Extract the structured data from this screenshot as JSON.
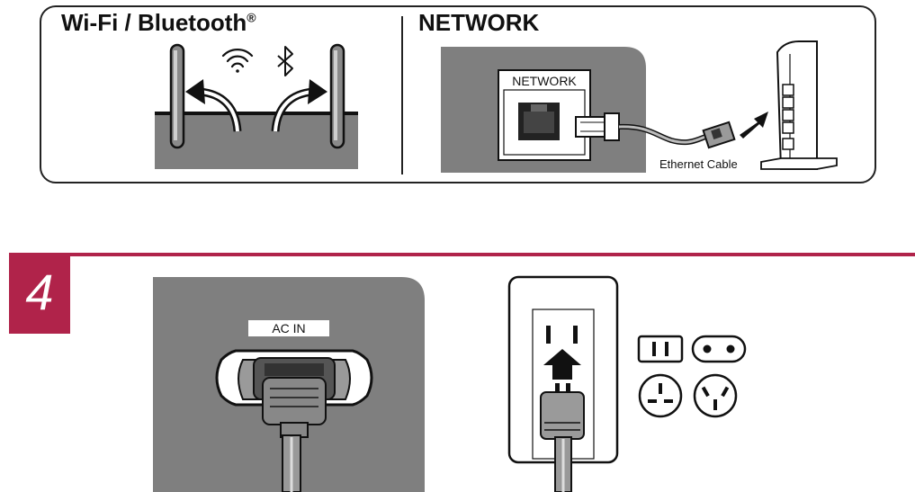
{
  "wireless": {
    "heading": "Wi-Fi / Bluetooth",
    "registered_mark": "®",
    "wifi_icon": "wifi-icon",
    "bluetooth_icon": "bluetooth-icon"
  },
  "network": {
    "heading": "NETWORK",
    "port_label": "NETWORK",
    "cable_label": "Ethernet Cable"
  },
  "step": {
    "number": "4",
    "accent_color": "#b0234a",
    "ac_in_label": "AC IN"
  },
  "colors": {
    "panel_gray": "#7f7f7f",
    "device_fill": "#ffffff",
    "outline": "#111111"
  }
}
